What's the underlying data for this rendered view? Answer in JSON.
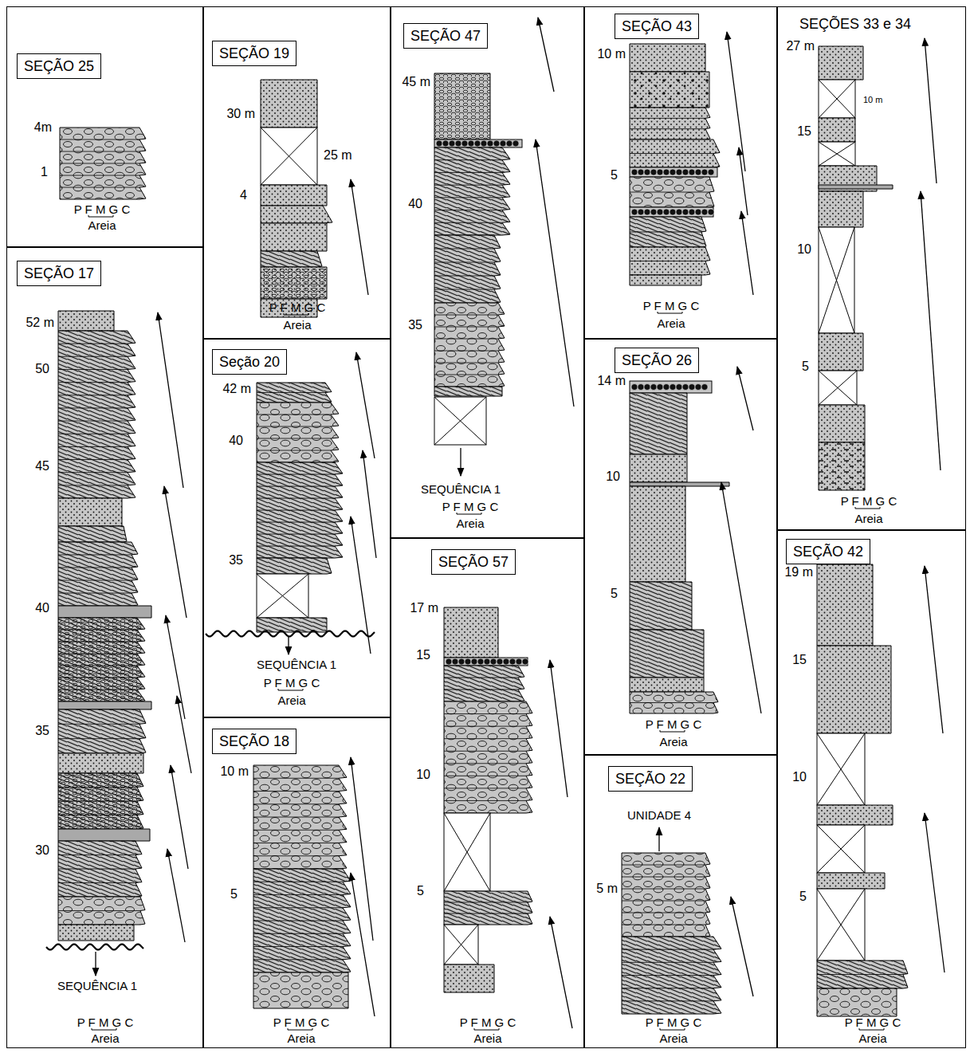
{
  "diagram": {
    "nodes": [
      {
        "text": [
          "SEÇÃO 25"
        ]
      },
      {
        "text": [
          "SEÇÃO 17"
        ]
      },
      {
        "text": [
          "SEÇÃO 19"
        ]
      },
      {
        "text": [
          "Seção 20"
        ]
      },
      {
        "text": [
          "SEÇÃO 18"
        ]
      },
      {
        "text": [
          "SEÇÃO 47"
        ]
      },
      {
        "text": [
          "SEÇÃO 57"
        ]
      },
      {
        "text": [
          "SEÇÃO 43"
        ]
      },
      {
        "text": [
          "SEÇÃO 26"
        ]
      },
      {
        "text": [
          "SEÇÃO 22"
        ]
      },
      {
        "text": [
          "SEÇÕES 33 e 34"
        ]
      },
      {
        "text": [
          "SEÇÃO 42"
        ]
      }
    ],
    "labels": [
      "4m",
      "1",
      "P F M G C",
      "Areia",
      "52 m",
      "50",
      "45",
      "40",
      "35",
      "30",
      "SEQUÊNCIA 1",
      "P F M G C",
      "Areia",
      "30 m",
      "25 m",
      "4",
      "P F M G C",
      "Areia",
      "42 m",
      "40",
      "35",
      "SEQUÊNCIA 1",
      "P F M G C",
      "Areia",
      "10 m",
      "5",
      "P F M G C",
      "Areia",
      "45 m",
      "40",
      "35",
      "SEQUÊNCIA 1",
      "P F M G C",
      "Areia",
      "17 m",
      "15",
      "10",
      "5",
      "P F M G C",
      "Areia",
      "10 m",
      "5",
      "P F M G C",
      "Areia",
      "14 m",
      "10",
      "5",
      "P F M G C",
      "Areia",
      "UNIDADE 4",
      "5 m",
      "P F M G C",
      "Areia",
      "27 m",
      "10 m",
      "15",
      "10",
      "5",
      "P F M G C",
      "Areia",
      "19 m",
      "15",
      "10",
      "5",
      "P F M G C",
      "Areia"
    ]
  }
}
